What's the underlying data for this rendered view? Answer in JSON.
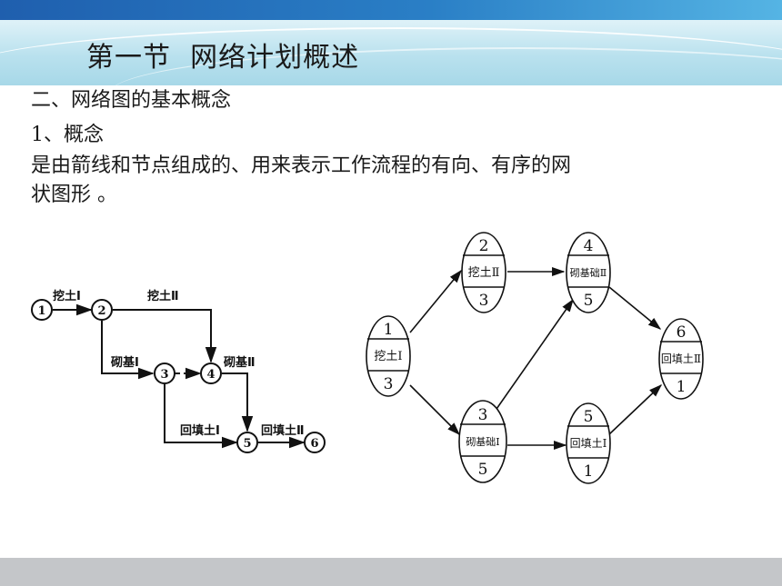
{
  "slide": {
    "title": "第一节  网络计划概述",
    "heading": "二、网络图的基本概念",
    "subheading": "1、概念",
    "definition_line1": "是由箭线和节点组成的、用来表示工作流程的有向、有序的网",
    "definition_line2": "状图形 。"
  },
  "left_diagram": {
    "nodes": [
      "1",
      "2",
      "3",
      "4",
      "5",
      "6"
    ],
    "labels": {
      "a12": "挖土Ⅰ",
      "a24": "挖土Ⅱ",
      "a23": "砌基Ⅰ",
      "a46": "砌基Ⅱ",
      "a35": "回填土Ⅰ",
      "a56": "回填土Ⅱ"
    }
  },
  "right_diagram": {
    "nodes": [
      {
        "top": "1",
        "name": "挖土Ⅰ",
        "bottom": "3"
      },
      {
        "top": "2",
        "name": "挖土Ⅱ",
        "bottom": "3"
      },
      {
        "top": "3",
        "name": "砌基础Ⅰ",
        "bottom": "5"
      },
      {
        "top": "4",
        "name": "砌基础Ⅱ",
        "bottom": "5"
      },
      {
        "top": "5",
        "name": "回填土Ⅰ",
        "bottom": "1"
      },
      {
        "top": "6",
        "name": "回填土Ⅱ",
        "bottom": "1"
      }
    ]
  }
}
